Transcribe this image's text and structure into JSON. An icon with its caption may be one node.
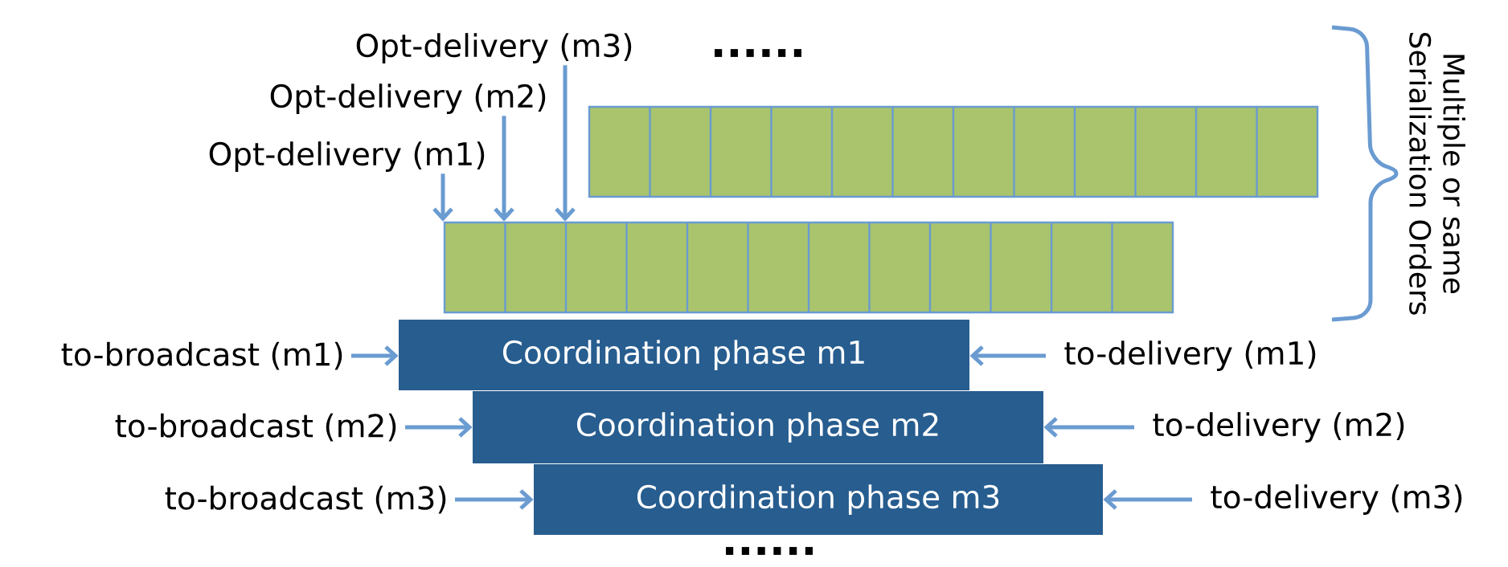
{
  "diagram": {
    "nodes": [
      {
        "text": [
          "Opt-delivery (m3)"
        ]
      },
      {
        "text": [
          "Opt-delivery (m2)"
        ]
      },
      {
        "text": [
          "Opt-delivery (m1)"
        ]
      },
      {
        "text": [],
        "shape": "bar"
      },
      {
        "text": [],
        "shape": "bar"
      },
      {
        "text": [
          "to-broadcast (m1)"
        ]
      },
      {
        "text": [
          "Coordination phase m1"
        ]
      },
      {
        "text": [
          "to-delivery (m1)"
        ]
      },
      {
        "text": [
          "to-broadcast (m2)"
        ]
      },
      {
        "text": [
          "Coordination phase m2"
        ]
      },
      {
        "text": [
          "to-delivery (m2)"
        ]
      },
      {
        "text": [
          "to-broadcast (m3)"
        ]
      },
      {
        "text": [
          "Coordination phase m3"
        ]
      },
      {
        "text": [
          "to-delivery (m3)"
        ]
      }
    ],
    "edges": [
      {
        "from": 0,
        "to": 4,
        "arrow": "to"
      },
      {
        "from": 1,
        "to": 4,
        "arrow": "to"
      },
      {
        "from": 2,
        "to": 4,
        "arrow": "to"
      },
      {
        "from": 5,
        "to": 6,
        "arrow": "to"
      },
      {
        "from": 7,
        "to": 6,
        "arrow": "to"
      },
      {
        "from": 8,
        "to": 9,
        "arrow": "to"
      },
      {
        "from": 10,
        "to": 9,
        "arrow": "to"
      },
      {
        "from": 11,
        "to": 12,
        "arrow": "to"
      },
      {
        "from": 13,
        "to": 12,
        "arrow": "to"
      }
    ],
    "labels": [
      "......",
      "Multiple or same Serialization Orders",
      "......"
    ]
  }
}
